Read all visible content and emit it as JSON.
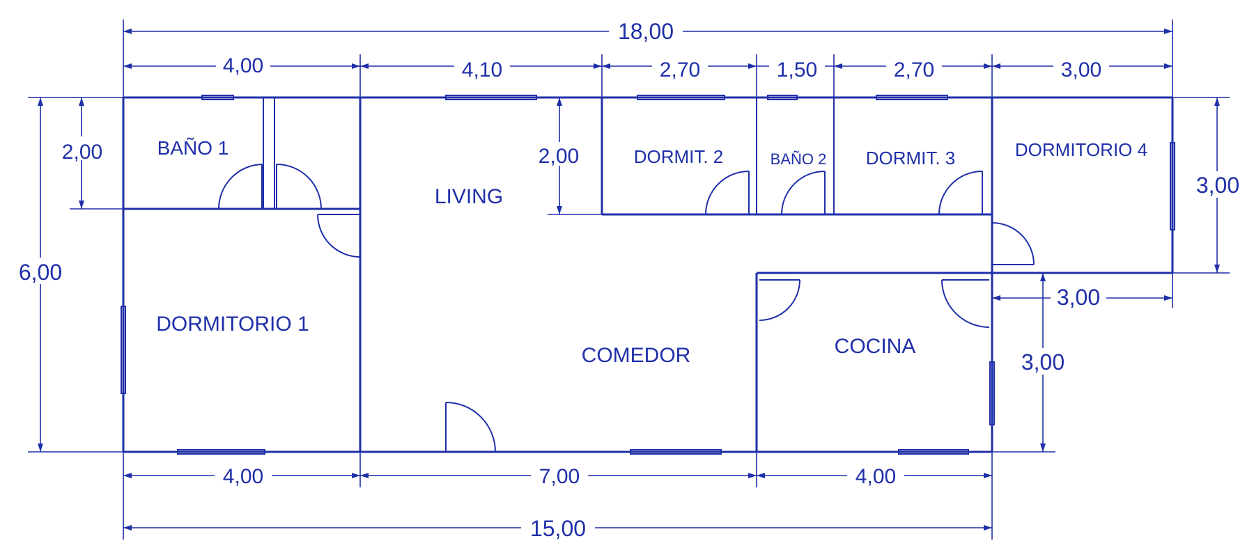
{
  "rooms": {
    "bano1": "BAÑO 1",
    "dormit2": "DORMIT. 2",
    "bano2": "BAÑO 2",
    "dormit3": "DORMIT. 3",
    "dormitorio4": "DORMITORIO 4",
    "living": "LIVING",
    "dormitorio1": "DORMITORIO 1",
    "comedor": "COMEDOR",
    "cocina": "COCINA"
  },
  "dimensions": {
    "total_top": "18,00",
    "top_bano": "4,00",
    "top_living": "4,10",
    "top_dormit2": "2,70",
    "top_bano2": "1,50",
    "top_dormit3": "2,70",
    "top_dormitorio4": "3,00",
    "left_bano": "2,00",
    "left_living": "2,00",
    "right_dormitorio4": "3,00",
    "left_total": "6,00",
    "right_step": "3,00",
    "right_cocina": "3,00",
    "bottom_dormitorio1": "4,00",
    "bottom_comedor": "7,00",
    "bottom_cocina": "4,00",
    "total_bottom": "15,00"
  }
}
